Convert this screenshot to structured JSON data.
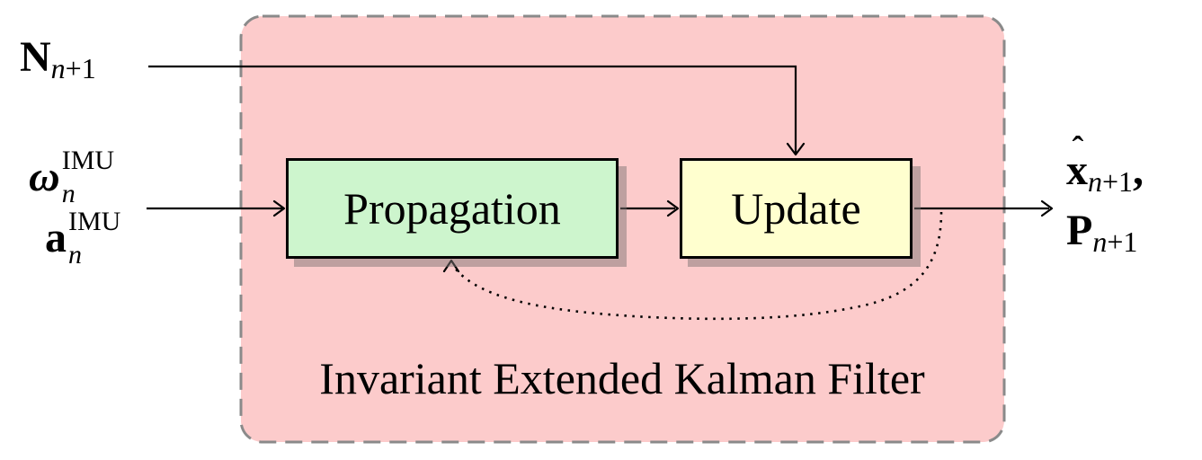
{
  "diagram": {
    "title": "Invariant Extended Kalman Filter",
    "blocks": {
      "propagation": "Propagation",
      "update": "Update"
    },
    "inputs": {
      "noise": {
        "base": "N",
        "sub_italic": "n",
        "sub_roman": "+1"
      },
      "gyro": {
        "base": "ω",
        "sup": "IMU",
        "sub": "n"
      },
      "accel": {
        "base": "a",
        "sup": "IMU",
        "sub": "n"
      }
    },
    "outputs": {
      "state": {
        "hat": "ˆ",
        "base": "x",
        "sub_italic": "n",
        "sub_roman": "+1",
        "trail": ","
      },
      "covariance": {
        "base": "P",
        "sub_italic": "n",
        "sub_roman": "+1"
      }
    },
    "colors": {
      "container_fill": "#fccbcb",
      "container_border": "#8a8a8a",
      "propagation_fill": "#cdf5cd",
      "update_fill": "#ffffcf",
      "line": "#000000",
      "shadow": "rgba(128,118,118,0.5)"
    }
  }
}
